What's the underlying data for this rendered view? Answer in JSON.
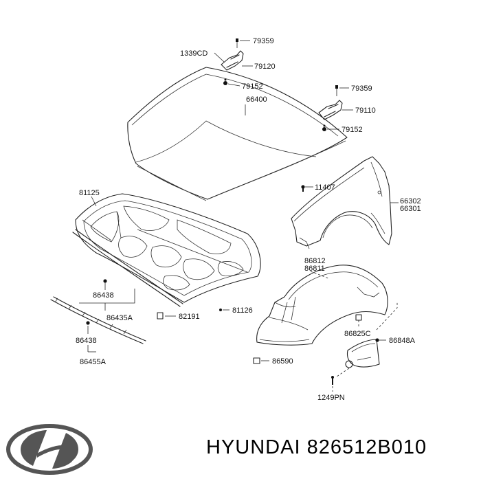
{
  "diagram": {
    "labels": [
      {
        "id": "79359-top",
        "text": "79359"
      },
      {
        "id": "1339cd",
        "text": "1339CD"
      },
      {
        "id": "79120",
        "text": "79120"
      },
      {
        "id": "79152-top",
        "text": "79152"
      },
      {
        "id": "66400",
        "text": "66400"
      },
      {
        "id": "79359-right",
        "text": "79359"
      },
      {
        "id": "79110",
        "text": "79110"
      },
      {
        "id": "79152-right",
        "text": "79152"
      },
      {
        "id": "81125",
        "text": "81125"
      },
      {
        "id": "11407",
        "text": "11407"
      },
      {
        "id": "66302",
        "text": "66302"
      },
      {
        "id": "66301",
        "text": "66301"
      },
      {
        "id": "86812",
        "text": "86812"
      },
      {
        "id": "86811",
        "text": "86811"
      },
      {
        "id": "86438-a",
        "text": "86438"
      },
      {
        "id": "86435a",
        "text": "86435A"
      },
      {
        "id": "82191",
        "text": "82191"
      },
      {
        "id": "81126",
        "text": "81126"
      },
      {
        "id": "86825c",
        "text": "86825C"
      },
      {
        "id": "86848a",
        "text": "86848A"
      },
      {
        "id": "86438-b",
        "text": "86438"
      },
      {
        "id": "86455a",
        "text": "86455A"
      },
      {
        "id": "86590",
        "text": "86590"
      },
      {
        "id": "1249pn",
        "text": "1249PN"
      }
    ]
  },
  "footer": {
    "brand": "HYUNDAI",
    "part_number": "826512B010"
  },
  "logo": {
    "icon": "hyundai-logo-icon"
  }
}
